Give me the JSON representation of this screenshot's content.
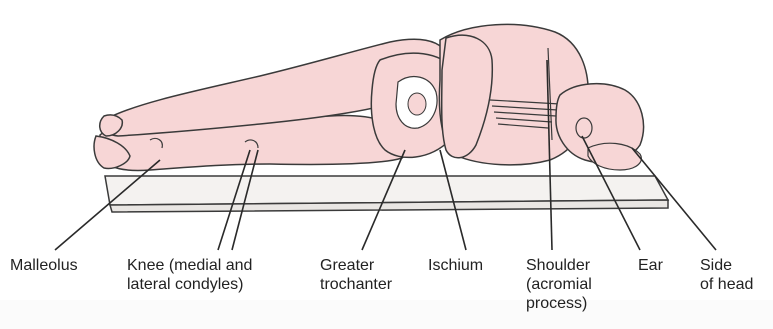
{
  "labels": {
    "malleolus": "Malleolus",
    "knee": "Knee (medial and\nlateral condyles)",
    "greater_trochanter": "Greater\ntrochanter",
    "ischium": "Ischium",
    "shoulder": "Shoulder\n(acromial\nprocess)",
    "ear": "Ear",
    "side_of_head": "Side\nof head"
  },
  "colors": {
    "skin": "#f7d6d6",
    "outline": "#3a3a3a",
    "mattress": "#f4f2f0",
    "bone": "#ffffff"
  }
}
